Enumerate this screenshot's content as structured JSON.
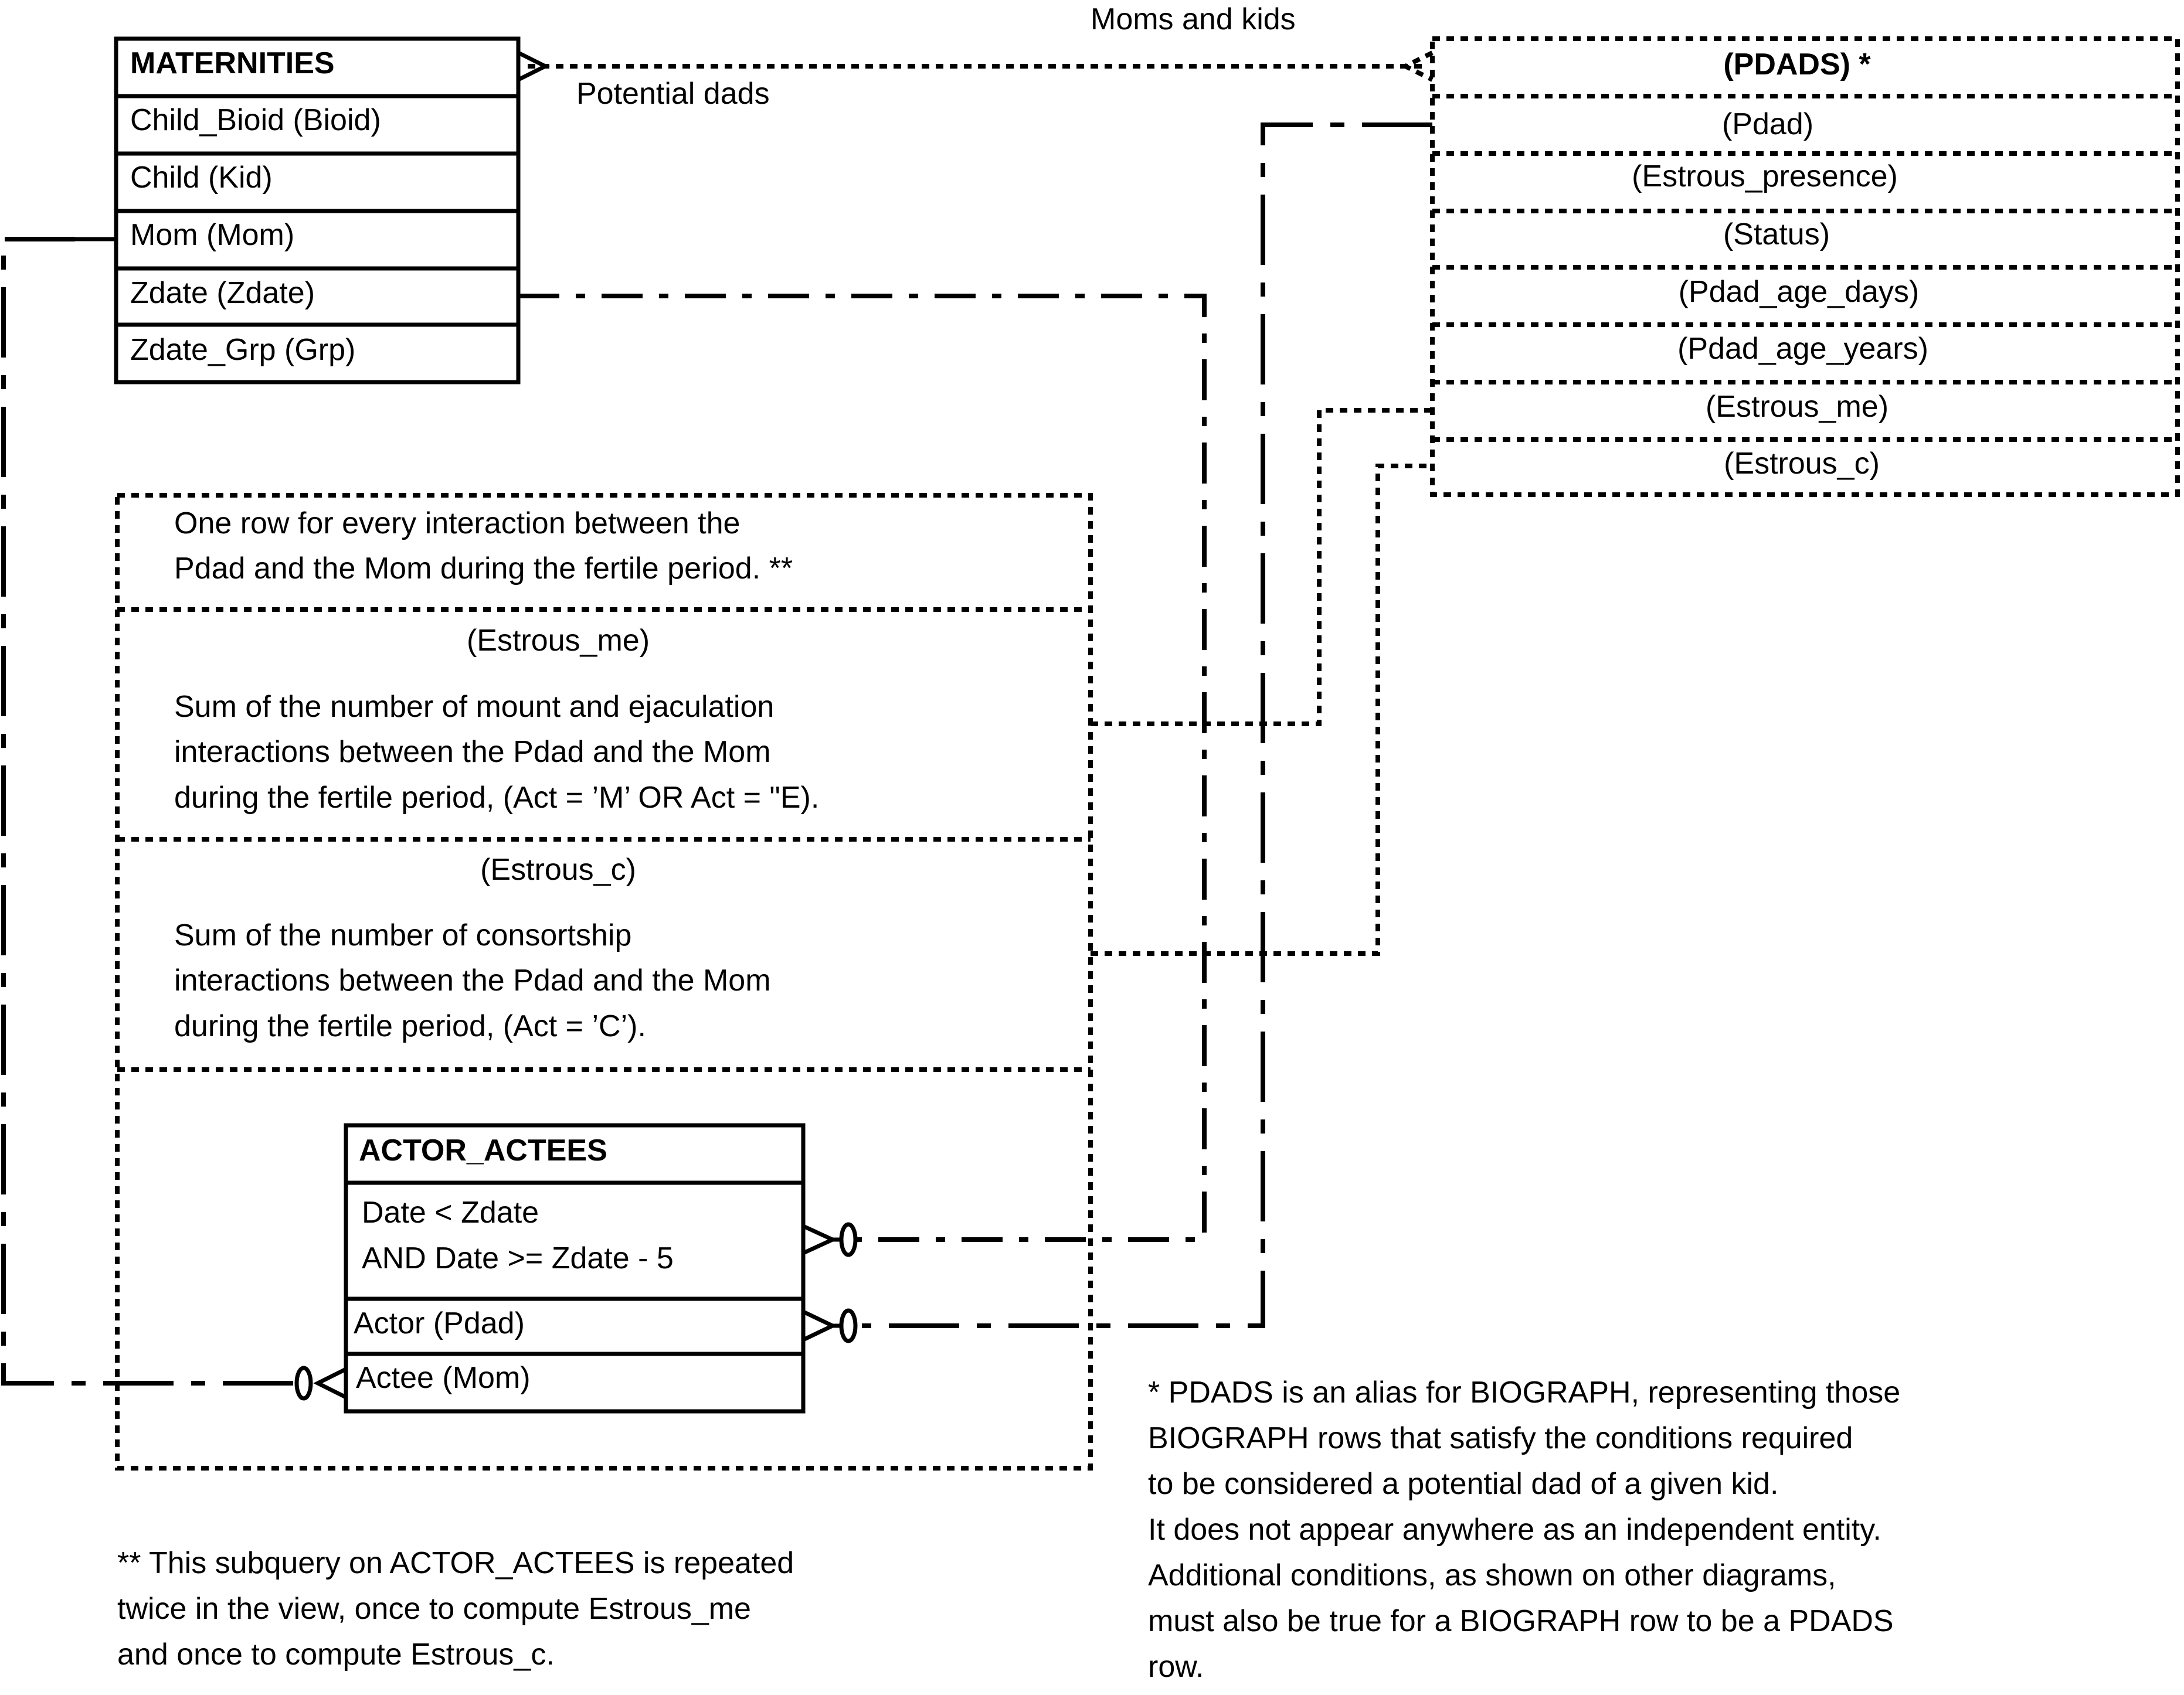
{
  "maternities": {
    "title": "MATERNITIES",
    "rows": [
      "Child_Bioid (Bioid)",
      "Child (Kid)",
      "Mom (Mom)",
      "Zdate (Zdate)",
      "Zdate_Grp (Grp)"
    ]
  },
  "pdads": {
    "title": "(PDADS) *",
    "rows": [
      "(Pdad)",
      "(Estrous_presence)",
      "(Status)",
      "(Pdad_age_days)",
      "(Pdad_age_years)",
      "(Estrous_me)",
      "(Estrous_c)"
    ]
  },
  "relation_labels": {
    "moms_and_kids": "Moms and kids",
    "potential_dads": "Potential dads"
  },
  "subquery": {
    "header_lines": [
      "One row for every interaction between the",
      "Pdad and the Mom during the fertile period. **"
    ],
    "estrous_me": {
      "title": "(Estrous_me)",
      "lines": [
        "Sum of the number of mount and ejaculation",
        "interactions between the Pdad and the Mom",
        "during the fertile period, (Act = ’M’ OR Act = \"E)."
      ]
    },
    "estrous_c": {
      "title": "(Estrous_c)",
      "lines": [
        "Sum of the number of consortship",
        "interactions between the Pdad and the Mom",
        "during the fertile period, (Act = ’C’)."
      ]
    }
  },
  "actor_actees": {
    "title": "ACTOR_ACTEES",
    "condition_lines": [
      "Date < Zdate",
      "AND Date >= Zdate - 5"
    ],
    "rows": [
      "Actor (Pdad)",
      "Actee (Mom)"
    ]
  },
  "notes": {
    "pdads_note": [
      "* PDADS is an alias for BIOGRAPH, representing those",
      "BIOGRAPH rows that satisfy the conditions required",
      "to be considered a potential dad of a given kid.",
      "It does not appear anywhere as an independent entity.",
      "Additional conditions, as shown on other diagrams,",
      "must also be true for a BIOGRAPH row to be a PDADS",
      "row."
    ],
    "subquery_note": [
      "** This subquery on ACTOR_ACTEES is repeated",
      "twice in the view, once to compute  Estrous_me",
      "and once to compute Estrous_c."
    ]
  }
}
